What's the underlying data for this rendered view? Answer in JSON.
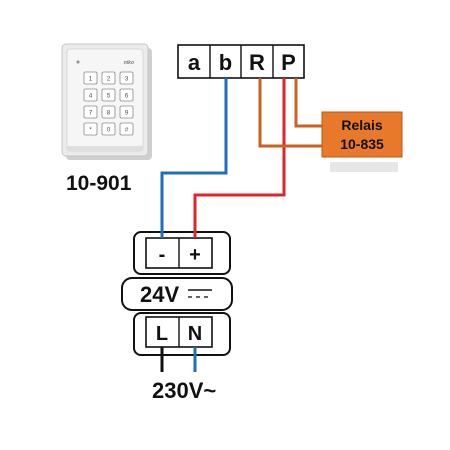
{
  "keypad": {
    "model": "10-901",
    "brand": "niko",
    "keys": [
      "1",
      "2",
      "3",
      "4",
      "5",
      "6",
      "7",
      "8",
      "9",
      "*",
      "0",
      "#"
    ]
  },
  "terminal_block": {
    "terminals": [
      "a",
      "b",
      "R",
      "P"
    ]
  },
  "relay": {
    "title": "Relais",
    "model": "10-835",
    "color": "#E8782A"
  },
  "power_supply": {
    "output_terminals": [
      "-",
      "+"
    ],
    "voltage": "24V",
    "dc_symbol": "⎓",
    "input_terminals": [
      "L",
      "N"
    ],
    "mains_label": "230V~"
  },
  "wires": {
    "blue": "#1E6FC0",
    "red": "#E0242B",
    "orange": "#C8621E",
    "black": "#111111"
  }
}
